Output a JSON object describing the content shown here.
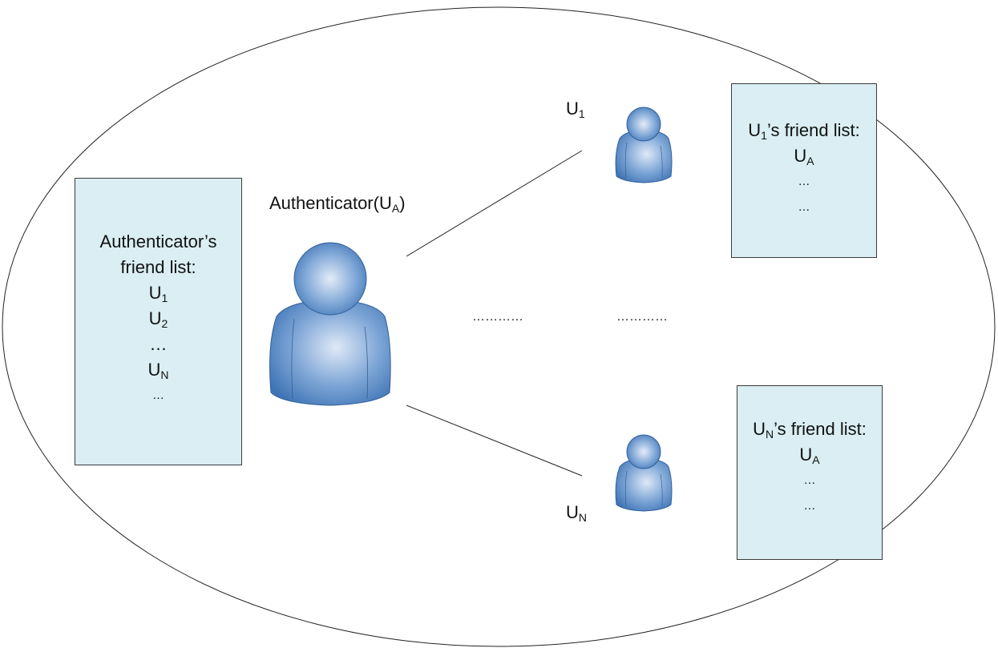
{
  "authenticator_box": {
    "title_line1": "Authenticator’s",
    "title_line2": "friend list:",
    "entries": [
      {
        "base": "U",
        "sub": "1"
      },
      {
        "base": "U",
        "sub": "2"
      },
      {
        "text": "…"
      },
      {
        "base": "U",
        "sub": "N"
      },
      {
        "text": "…"
      }
    ]
  },
  "authenticator_label": {
    "base": "Authenticator(U",
    "sub": "A",
    "suffix": ")"
  },
  "user1_label": {
    "base": "U",
    "sub": "1"
  },
  "userN_label": {
    "base": "U",
    "sub": "N"
  },
  "user1_box": {
    "title": {
      "base": "U",
      "sub": "1",
      "suffix": "’s friend list:"
    },
    "entries": [
      {
        "base": "U",
        "sub": "A"
      },
      {
        "text": "…"
      },
      {
        "text": "…"
      }
    ]
  },
  "userN_box": {
    "title": {
      "base": "U",
      "sub": "N",
      "suffix": "’s friend list:"
    },
    "entries": [
      {
        "base": "U",
        "sub": "A"
      },
      {
        "text": "…"
      },
      {
        "text": "…"
      }
    ]
  },
  "ellipsis_left": "…………",
  "ellipsis_right": "…………",
  "colors": {
    "box_fill": "#daeef3",
    "person_blue": "#4f81bd",
    "person_light": "#c6d9f1"
  }
}
